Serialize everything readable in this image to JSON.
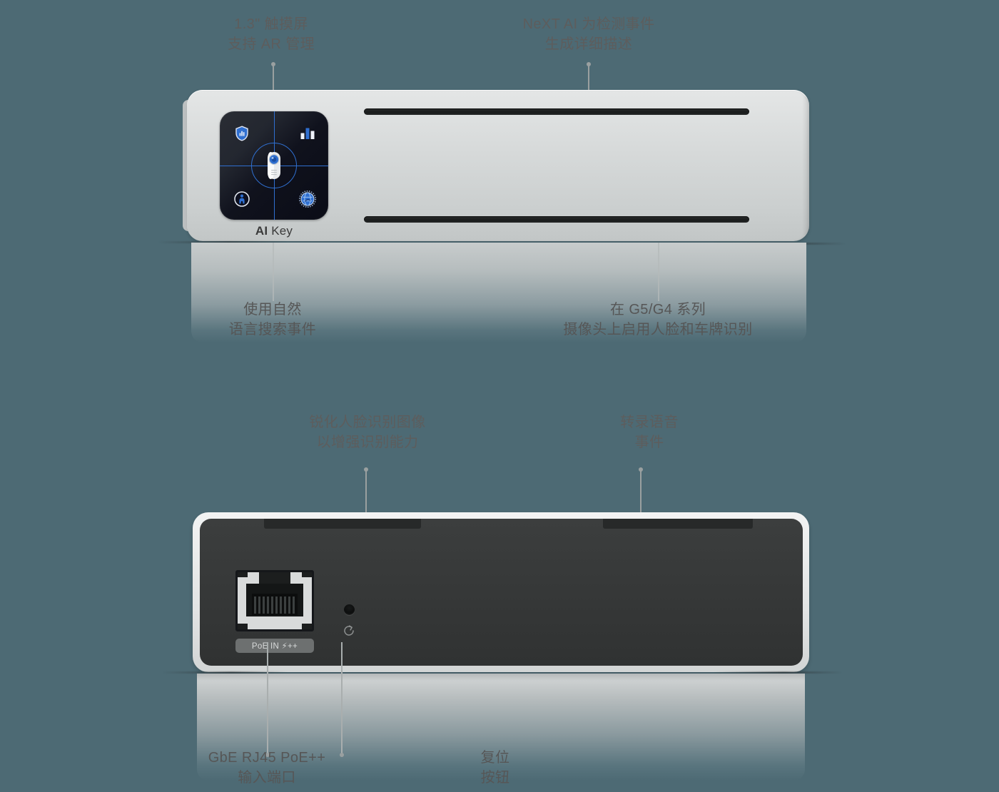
{
  "page": {
    "background_color": "#4d6a74",
    "device_name": "AI Key"
  },
  "colors": {
    "background": "#4d6a74",
    "caption_text": "#5d5d5d",
    "leader_line": "#9aa0a0",
    "front_body": "#d6d9d9",
    "rear_face": "#363838",
    "screen_accent": "#2f6fd0",
    "poe_label_bg": "#6d7070"
  },
  "front_device": {
    "brand_bold": "AI",
    "brand_light": " Key",
    "screen": {
      "icons": [
        {
          "position": "top-left",
          "name": "shield-chart-icon"
        },
        {
          "position": "top-right",
          "name": "bar-chart-icon"
        },
        {
          "position": "center",
          "name": "camera-icon"
        },
        {
          "position": "bottom-left",
          "name": "info-person-icon"
        },
        {
          "position": "bottom-right",
          "name": "ai-protect-icon"
        }
      ]
    },
    "vents": 2
  },
  "rear_device": {
    "port_label": "PoE IN ⚡++",
    "reset_glyph_name": "reset-circular-arrow-icon",
    "rj45_name": "rj45-port"
  },
  "callouts": {
    "front_top": [
      {
        "id": "touchscreen",
        "text": "1.3\" 触摸屏\n支持 AR 管理"
      },
      {
        "id": "next-ai",
        "text": "NeXT AI 为检测事件\n生成详细描述"
      }
    ],
    "front_bottom": [
      {
        "id": "natural-language-search",
        "text": "使用自然\n语言搜索事件"
      },
      {
        "id": "face-plate-recognition",
        "text": "在 G5/G4 系列\n摄像头上启用人脸和车牌识别"
      }
    ],
    "rear_top": [
      {
        "id": "sharpen-face",
        "text": "锐化人脸识别图像\n以增强识别能力"
      },
      {
        "id": "transcribe-audio",
        "text": "转录语音\n事件"
      }
    ],
    "rear_bottom": [
      {
        "id": "rj45-poe-input",
        "text": "GbE RJ45 PoE++\n输入端口"
      },
      {
        "id": "reset-button",
        "text": "复位\n按钮"
      }
    ]
  }
}
